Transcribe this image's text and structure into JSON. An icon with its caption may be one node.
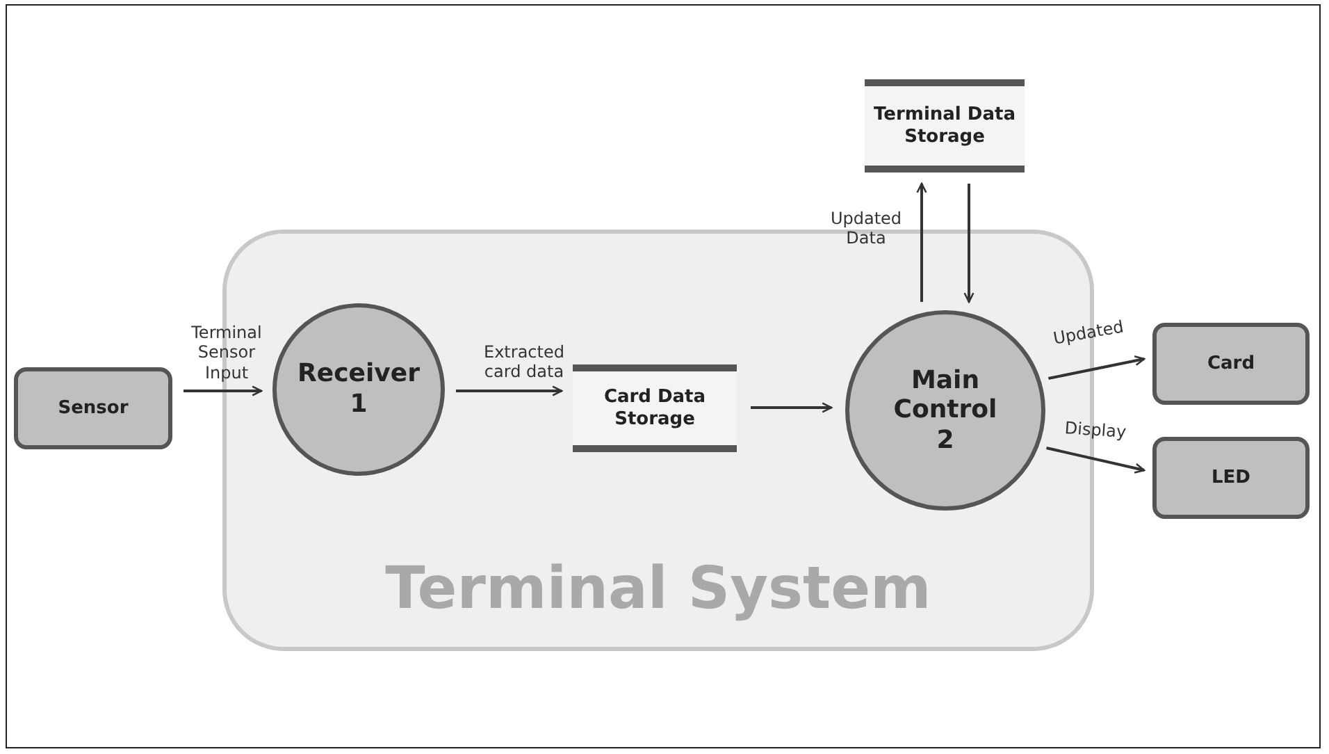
{
  "diagram": {
    "nodes": [
      {
        "text": [
          "Terminal System"
        ]
      },
      {
        "text": [
          "Sensor"
        ]
      },
      {
        "text": [
          "Receiver",
          "1"
        ],
        "in": 0
      },
      {
        "text": [
          "Card Data Storage"
        ],
        "in": 0
      },
      {
        "text": [
          "Main Control",
          "2"
        ],
        "in": 0
      },
      {
        "text": [
          "Terminal Data Storage"
        ]
      },
      {
        "text": [
          "Card"
        ]
      },
      {
        "text": [
          "LED"
        ]
      }
    ],
    "edges": [
      {
        "from": 1,
        "to": 2,
        "arrow": "to",
        "label": "Terminal Sensor Input"
      },
      {
        "from": 2,
        "to": 3,
        "arrow": "to",
        "label": "Extracted card data"
      },
      {
        "from": 3,
        "to": 4,
        "arrow": "to"
      },
      {
        "from": 4,
        "to": 5,
        "arrow": "to",
        "label": "Updated Data"
      },
      {
        "from": 5,
        "to": 4,
        "arrow": "to"
      },
      {
        "from": 4,
        "to": 6,
        "arrow": "to",
        "label": "Updated"
      },
      {
        "from": 4,
        "to": 7,
        "arrow": "to",
        "label": "Display"
      }
    ]
  }
}
